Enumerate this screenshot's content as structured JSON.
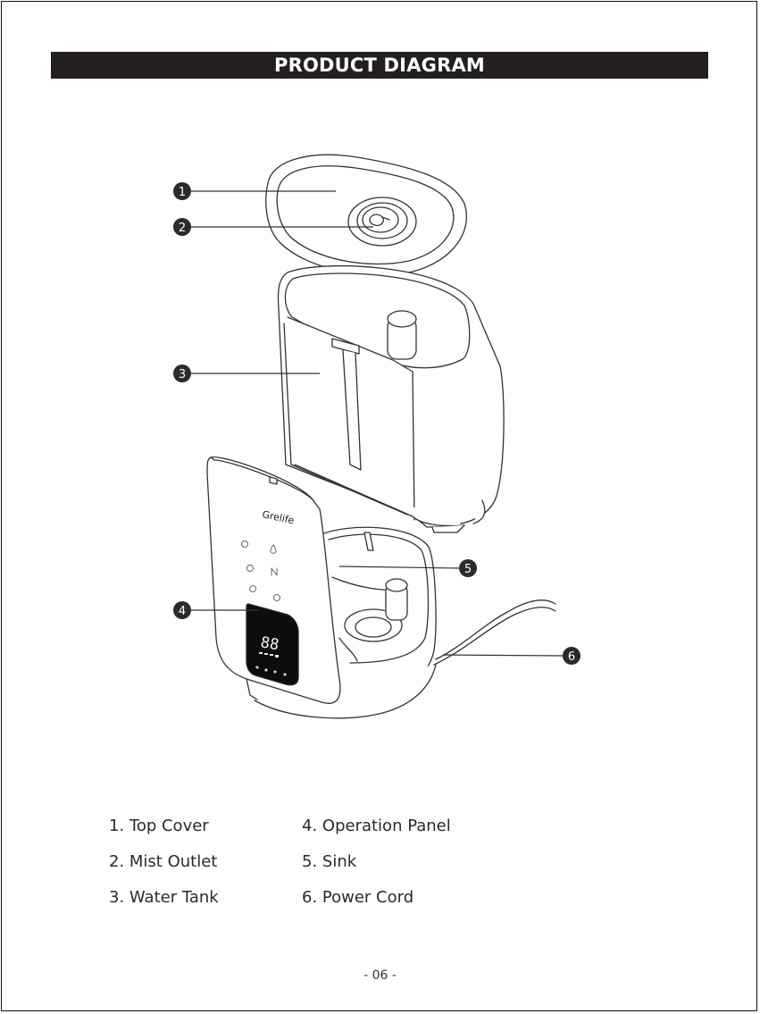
{
  "header": {
    "title": "PRODUCT DIAGRAM"
  },
  "diagram": {
    "callouts": [
      "1",
      "2",
      "3",
      "4",
      "5",
      "6"
    ],
    "panel": {
      "brand": "Grelife",
      "display": "88"
    }
  },
  "parts": [
    "1. Top Cover",
    "2. Mist Outlet",
    "3. Water Tank",
    "4. Operation Panel",
    "5. Sink",
    "6. Power Cord"
  ],
  "footer": {
    "page_number": "- 06 -"
  }
}
